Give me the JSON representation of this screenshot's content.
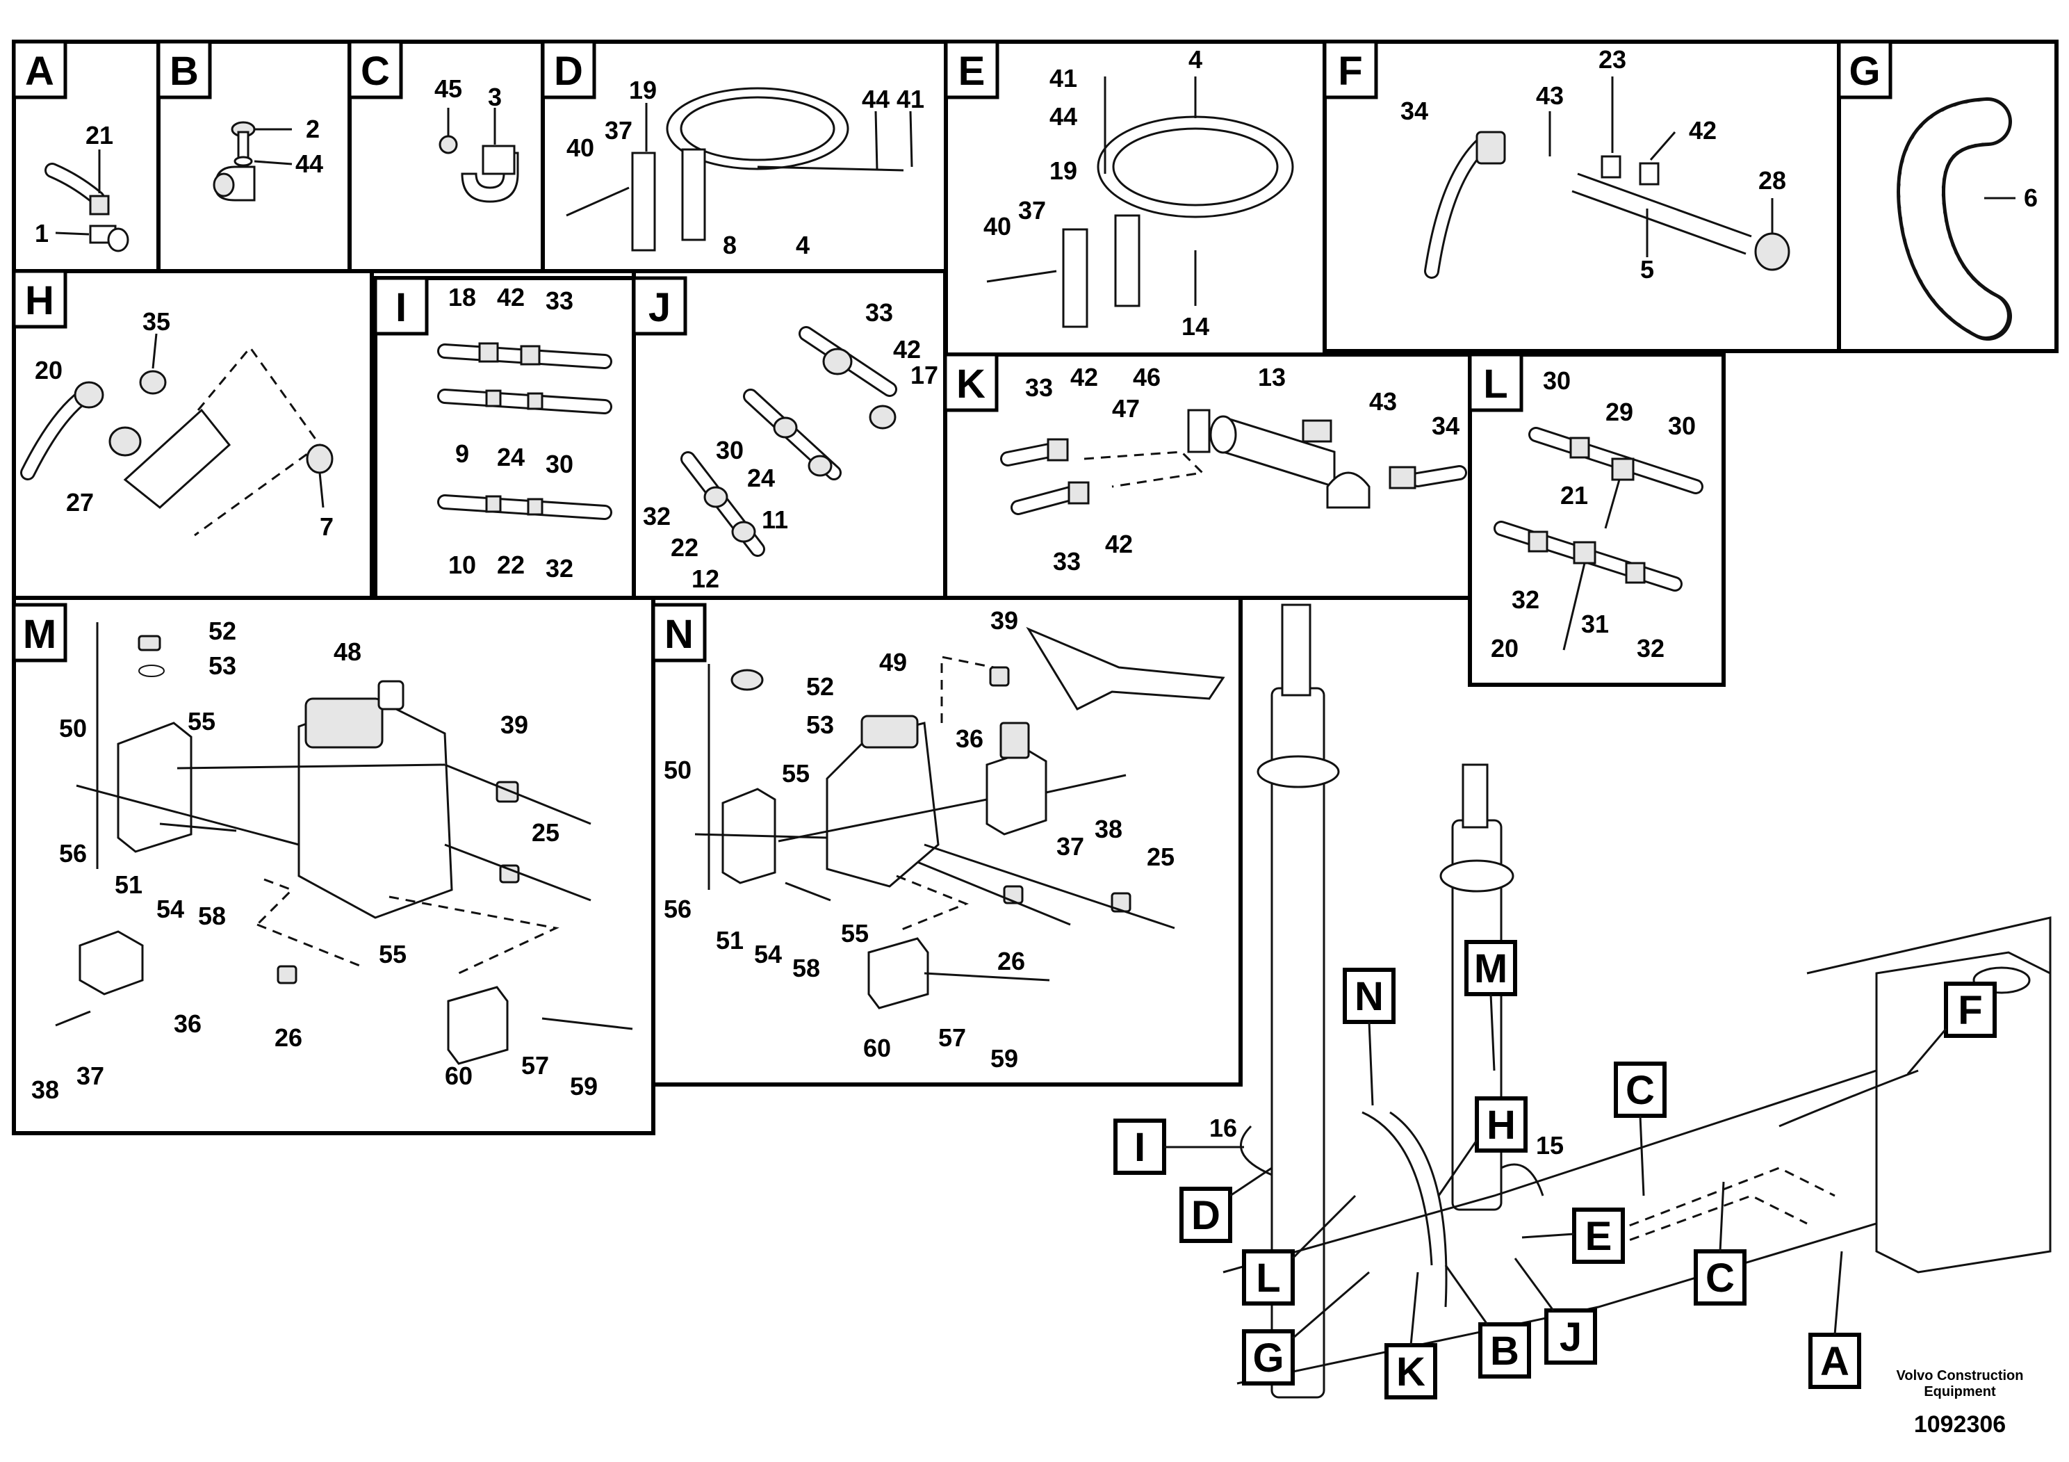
{
  "panels": {
    "A": {
      "label": "A",
      "items": [
        "21",
        "1"
      ]
    },
    "B": {
      "label": "B",
      "items": [
        "2",
        "44"
      ]
    },
    "C": {
      "label": "C",
      "items": [
        "45",
        "3"
      ]
    },
    "D": {
      "label": "D",
      "items": [
        "19",
        "44",
        "41",
        "40",
        "37",
        "8",
        "4"
      ]
    },
    "E": {
      "label": "E",
      "items": [
        "41",
        "44",
        "4",
        "19",
        "37",
        "40",
        "14"
      ]
    },
    "F": {
      "label": "F",
      "items": [
        "23",
        "34",
        "43",
        "42",
        "28",
        "5"
      ]
    },
    "G": {
      "label": "G",
      "items": [
        "6"
      ]
    },
    "H": {
      "label": "H",
      "items": [
        "35",
        "20",
        "27",
        "7"
      ]
    },
    "I": {
      "label": "I",
      "items": [
        "18",
        "42",
        "33",
        "9",
        "24",
        "30",
        "10",
        "22",
        "32"
      ]
    },
    "J": {
      "label": "J",
      "items": [
        "33",
        "42",
        "17",
        "30",
        "24",
        "11",
        "32",
        "22",
        "12"
      ]
    },
    "K": {
      "label": "K",
      "items": [
        "33",
        "42",
        "46",
        "13",
        "47",
        "43",
        "34",
        "33",
        "42"
      ]
    },
    "L": {
      "label": "L",
      "items": [
        "30",
        "29",
        "30",
        "21",
        "32",
        "31",
        "32",
        "20"
      ]
    },
    "M": {
      "label": "M",
      "items": [
        "52",
        "53",
        "48",
        "50",
        "55",
        "39",
        "56",
        "25",
        "51",
        "54",
        "58",
        "55",
        "36",
        "26",
        "38",
        "37",
        "60",
        "57",
        "59"
      ]
    },
    "N": {
      "label": "N",
      "items": [
        "39",
        "52",
        "49",
        "53",
        "50",
        "55",
        "36",
        "38",
        "37",
        "25",
        "56",
        "51",
        "54",
        "58",
        "55",
        "26",
        "60",
        "57",
        "59"
      ]
    }
  },
  "overview": {
    "callouts": [
      "N",
      "M",
      "I",
      "H",
      "C",
      "F",
      "D",
      "L",
      "E",
      "G",
      "K",
      "B",
      "J",
      "C",
      "A"
    ],
    "items": [
      "16",
      "15"
    ]
  },
  "footer": {
    "brand_line1": "Volvo Construction",
    "brand_line2": "Equipment",
    "doc_number": "1092306"
  }
}
